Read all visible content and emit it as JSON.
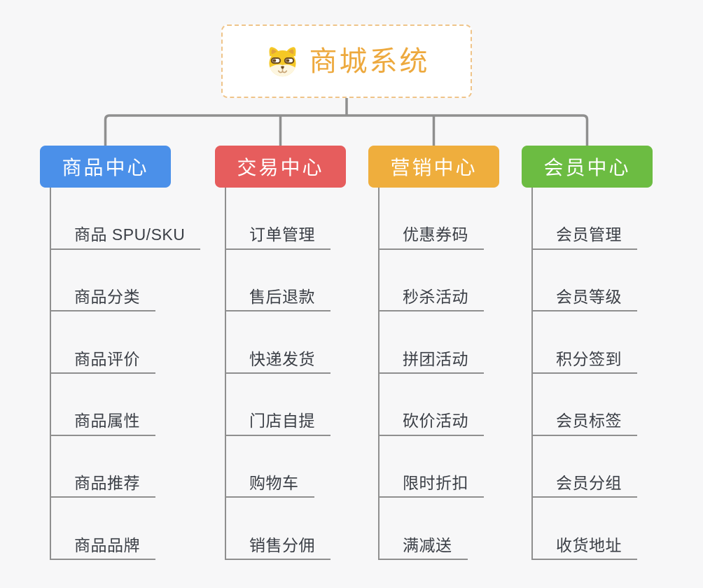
{
  "app": {
    "background": "#F7F7F8",
    "connector_color": "#8F8F8F",
    "child_text_color": "#3B3F46"
  },
  "root": {
    "title": "商城系统",
    "title_color": "#EDA93E",
    "border_color": "#EFC489",
    "icon": "shiba-dog-icon"
  },
  "branches": [
    {
      "label": "商品中心",
      "color": "#4B90E9",
      "children": [
        "商品 SPU/SKU",
        "商品分类",
        "商品评价",
        "商品属性",
        "商品推荐",
        "商品品牌"
      ]
    },
    {
      "label": "交易中心",
      "color": "#E65D5D",
      "children": [
        "订单管理",
        "售后退款",
        "快递发货",
        "门店自提",
        "购物车",
        "销售分佣"
      ]
    },
    {
      "label": "营销中心",
      "color": "#EFAE3D",
      "children": [
        "优惠券码",
        "秒杀活动",
        "拼团活动",
        "砍价活动",
        "限时折扣",
        "满减送"
      ]
    },
    {
      "label": "会员中心",
      "color": "#6CBC42",
      "children": [
        "会员管理",
        "会员等级",
        "积分签到",
        "会员标签",
        "会员分组",
        "收货地址"
      ]
    }
  ]
}
